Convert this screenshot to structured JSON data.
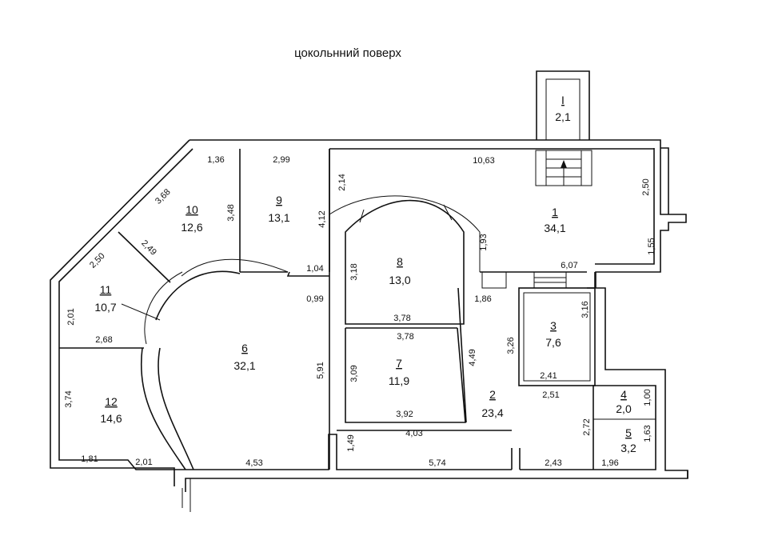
{
  "title": "цокольнний поверх",
  "rooms": [
    {
      "id": "I",
      "number": "I",
      "area": "2,1"
    },
    {
      "id": "1",
      "number": "1",
      "area": "34,1"
    },
    {
      "id": "2",
      "number": "2",
      "area": "23,4"
    },
    {
      "id": "3",
      "number": "3",
      "area": "7,6"
    },
    {
      "id": "4",
      "number": "4",
      "area": "2,0"
    },
    {
      "id": "5",
      "number": "5",
      "area": "3,2"
    },
    {
      "id": "6",
      "number": "6",
      "area": "32,1"
    },
    {
      "id": "7",
      "number": "7",
      "area": "11,9"
    },
    {
      "id": "8",
      "number": "8",
      "area": "13,0"
    },
    {
      "id": "9",
      "number": "9",
      "area": "13,1"
    },
    {
      "id": "10",
      "number": "10",
      "area": "12,6"
    },
    {
      "id": "11",
      "number": "11",
      "area": "10,7"
    },
    {
      "id": "12",
      "number": "12",
      "area": "14,6"
    }
  ],
  "dimensions": [
    "1,36",
    "2,99",
    "10,63",
    "3,68",
    "3,48",
    "2,14",
    "4,12",
    "2,50",
    "2,49",
    "2,50",
    "1,93",
    "1,55",
    "1,04",
    "3,18",
    "6,07",
    "0,99",
    "1,86",
    "3,16",
    "2,01",
    "3,78",
    "3,78",
    "3,26",
    "2,68",
    "4,49",
    "3,09",
    "2,41",
    "5,91",
    "3,74",
    "2,51",
    "1,00",
    "3,92",
    "2,72",
    "4,03",
    "1,63",
    "1,49",
    "1,81",
    "2,01",
    "4,53",
    "5,74",
    "2,43",
    "1,96"
  ]
}
